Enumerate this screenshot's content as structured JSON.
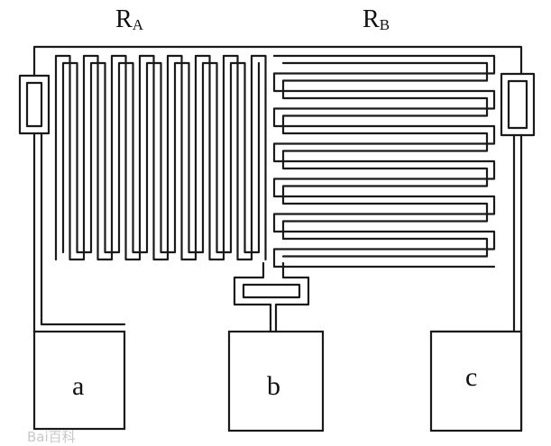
{
  "labels": {
    "resistor_a": {
      "main": "R",
      "sub": "A"
    },
    "resistor_b": {
      "main": "R",
      "sub": "B"
    }
  },
  "pads": {
    "a": "a",
    "b": "b",
    "c": "c"
  },
  "watermark": "Bai百科"
}
